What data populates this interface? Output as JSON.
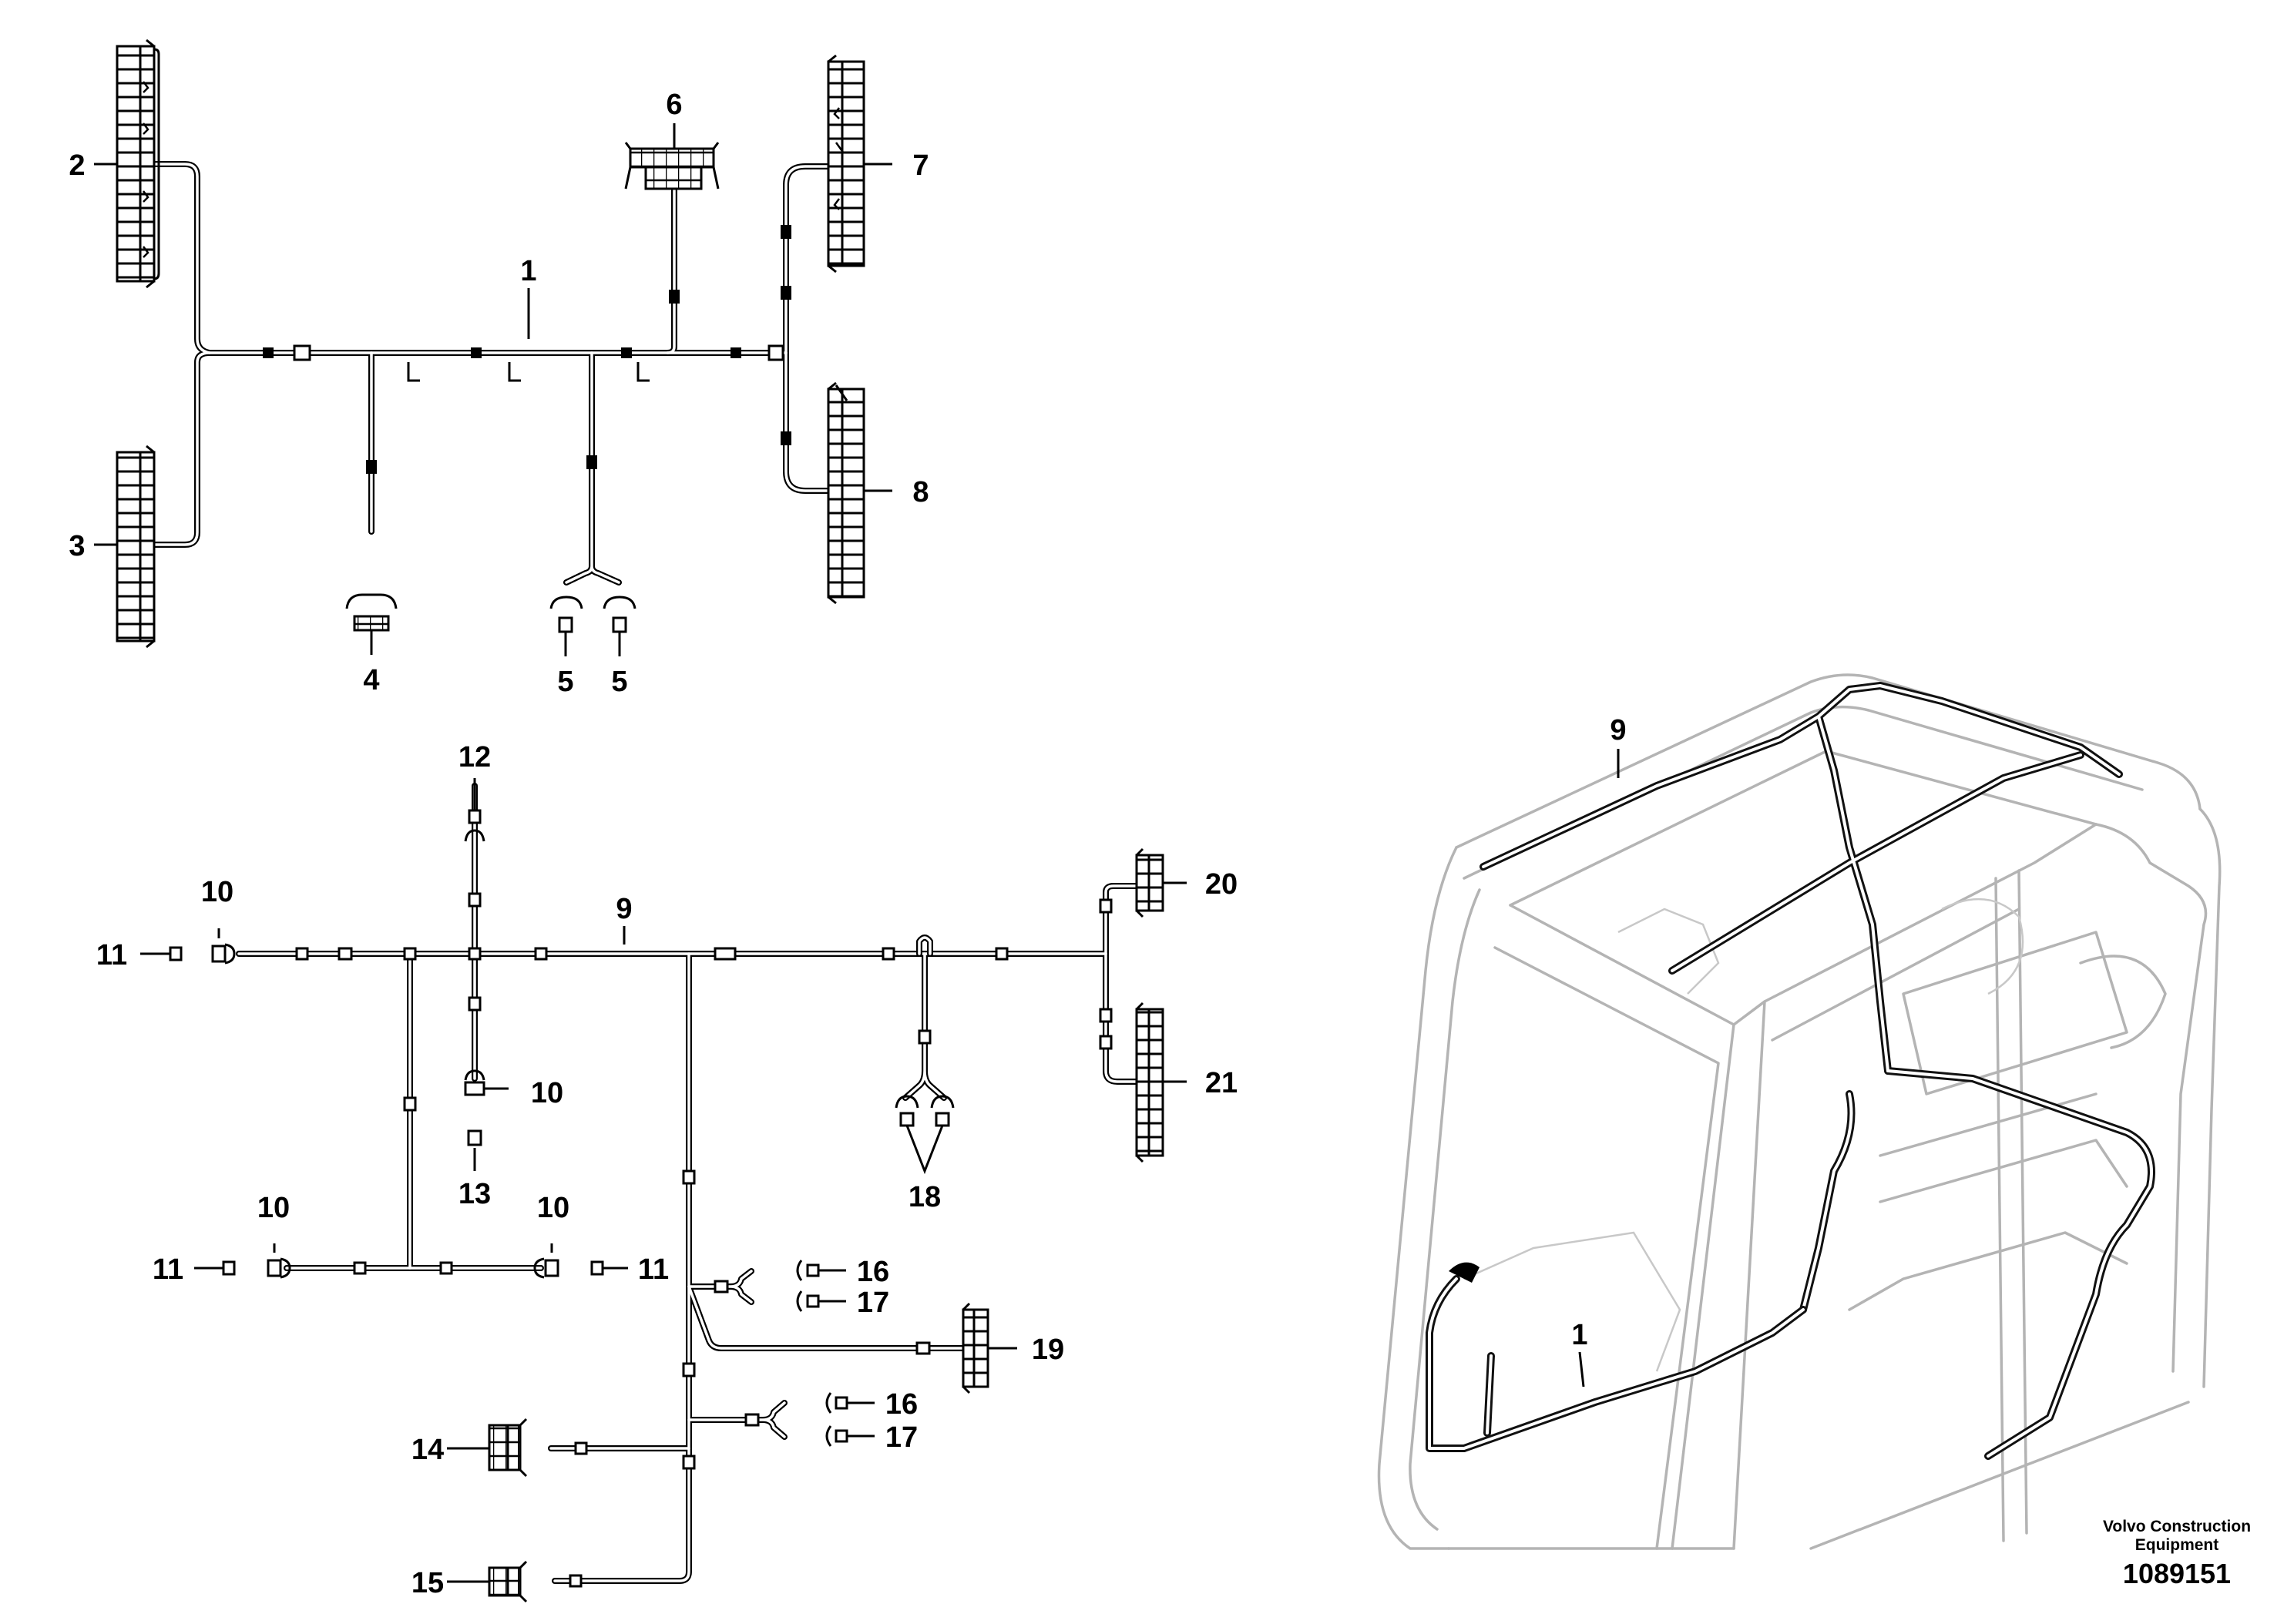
{
  "diagram": {
    "upper_harness": {
      "main_label": "1",
      "labels": [
        "2",
        "3",
        "4",
        "5",
        "5",
        "6",
        "7",
        "8"
      ]
    },
    "lower_harness": {
      "main_label": "9",
      "labels": [
        "10",
        "10",
        "10",
        "10",
        "11",
        "11",
        "11",
        "12",
        "13",
        "14",
        "15",
        "16",
        "16",
        "17",
        "17",
        "18",
        "19",
        "20",
        "21"
      ]
    },
    "cab_view": {
      "labels": [
        "9",
        "1"
      ]
    }
  },
  "footer": {
    "company_line1": "Volvo Construction",
    "company_line2": "Equipment",
    "figure_number": "1089151"
  }
}
